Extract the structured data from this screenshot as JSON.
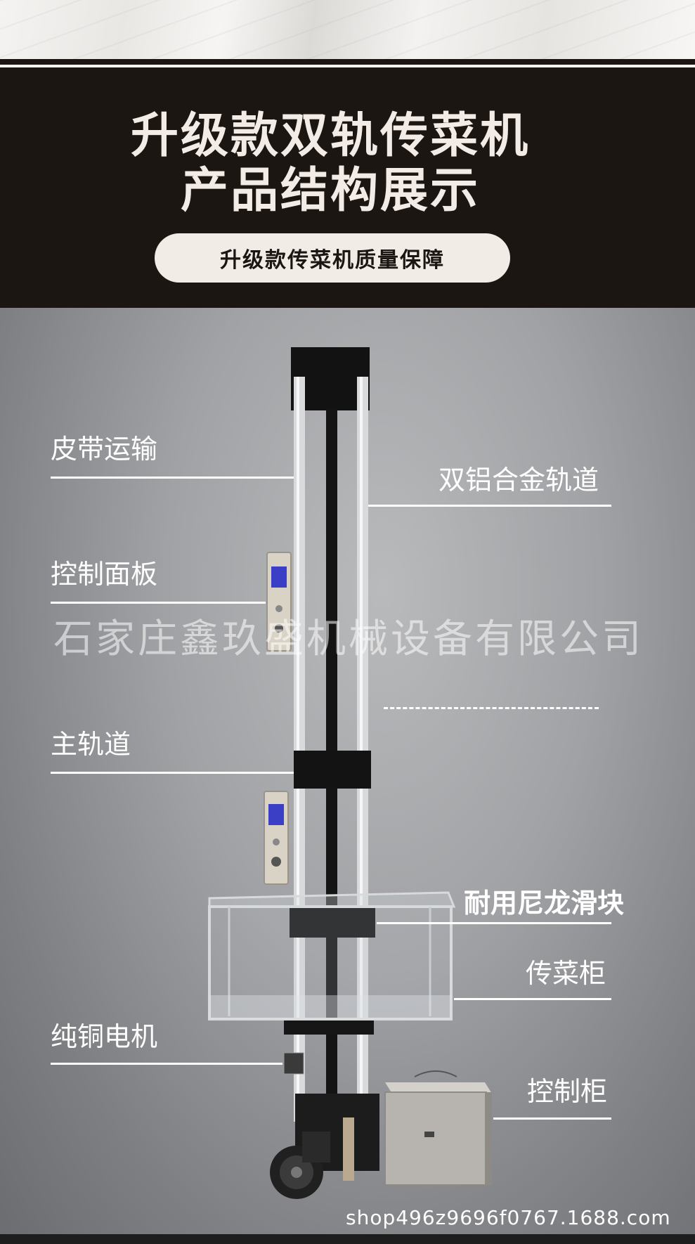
{
  "header": {
    "title_line1": "升级款双轨传菜机",
    "title_line2": "产品结构展示",
    "subtitle": "升级款传菜机质量保障"
  },
  "labels": {
    "belt": "皮带运输",
    "dual_rail": "双铝合金轨道",
    "control_panel": "控制面板",
    "main_rail": "主轨道",
    "nylon_slider": "耐用尼龙滑块",
    "cabinet": "传菜柜",
    "motor": "纯铜电机",
    "control_box": "控制柜"
  },
  "watermark": "石家庄鑫玖盛机械设备有限公司",
  "shop_url": "shop496z9696f0767.1688.com",
  "colors": {
    "header_bg": "#1b1612",
    "pill_bg": "#f1ece6",
    "label": "#ffffff"
  }
}
